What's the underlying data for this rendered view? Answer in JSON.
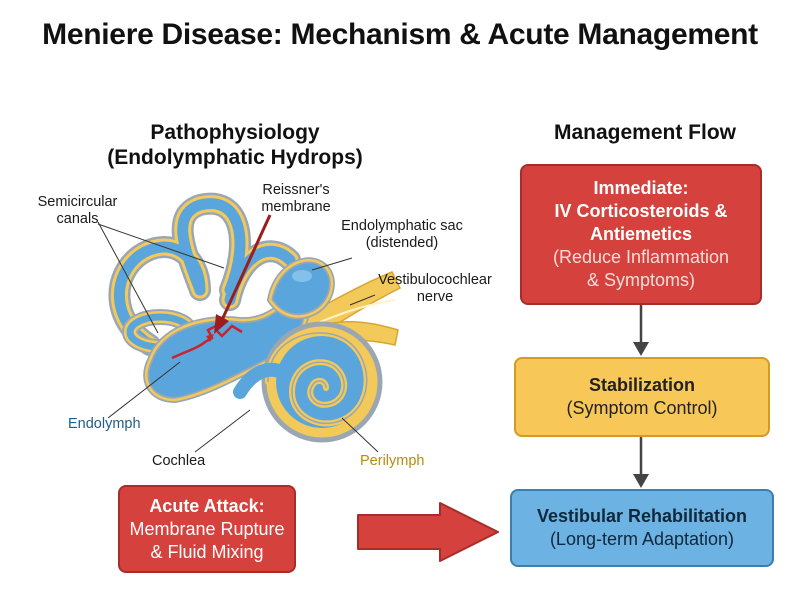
{
  "title": "Meniere Disease: Mechanism & Acute Management",
  "pathophysiology": {
    "title_line1": "Pathophysiology",
    "title_line2": "(Endolymphatic Hydrops)",
    "labels": {
      "semicircular_line1": "Semicircular",
      "semicircular_line2": "canals",
      "reissner_line1": "Reissner's",
      "reissner_line2": "membrane",
      "endo_sac_line1": "Endolymphatic sac",
      "endo_sac_line2": "(distended)",
      "nerve_line1": "Vestibulocochlear",
      "nerve_line2": "nerve",
      "endolymph": "Endolymph",
      "cochlea": "Cochlea",
      "perilymph": "Perilymph"
    },
    "acute_attack": {
      "line1": "Acute Attack:",
      "line2": "Membrane Rupture",
      "line3": "& Fluid Mixing"
    }
  },
  "management": {
    "title": "Management Flow",
    "immediate": {
      "line1": "Immediate:",
      "line2": "IV Corticosteroids &",
      "line3": "Antiemetics",
      "line4": "(Reduce Inflammation",
      "line5": "& Symptoms)"
    },
    "stabilization": {
      "line1": "Stabilization",
      "line2": "(Symptom Control)"
    },
    "rehab": {
      "line1": "Vestibular Rehabilitation",
      "line2": "(Long-term Adaptation)"
    }
  },
  "colors": {
    "red": "#d5413c",
    "yellow": "#f7c858",
    "blue": "#6cb2e2",
    "endolymph_blue": "#5aa6dc",
    "perilymph_yellow": "#f3c95a"
  }
}
